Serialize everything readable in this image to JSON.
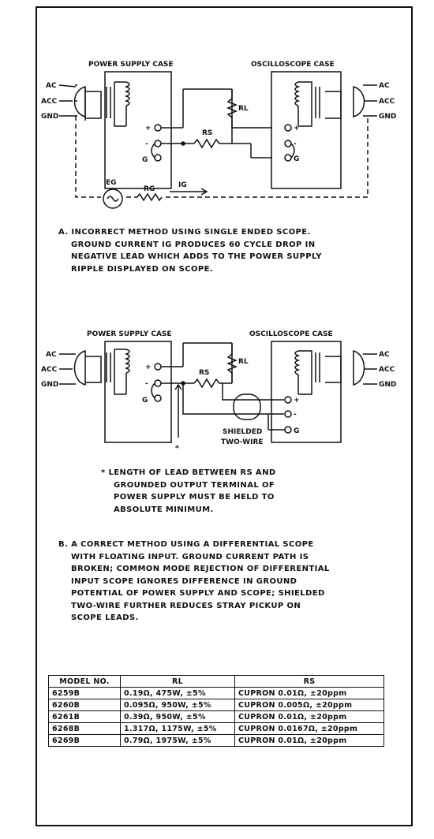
{
  "diagram_a": {
    "power_supply_case": "POWER SUPPLY CASE",
    "oscilloscope_case": "OSCILLOSCOPE CASE",
    "ac": "AC",
    "acc": "ACC",
    "gnd": "GND",
    "plus": "+",
    "minus": "-",
    "g": "G",
    "rl": "RL",
    "rs": "RS",
    "eg": "EG",
    "rg": "RG",
    "ig": "IG"
  },
  "caption_a": {
    "label": "A.",
    "lines": [
      "INCORRECT METHOD USING SINGLE ENDED SCOPE.",
      "GROUND CURRENT IG PRODUCES 60 CYCLE DROP IN",
      "NEGATIVE LEAD WHICH ADDS TO THE POWER SUPPLY",
      "RIPPLE DISPLAYED ON SCOPE."
    ]
  },
  "diagram_b": {
    "power_supply_case": "POWER SUPPLY CASE",
    "oscilloscope_case": "OSCILLOSCOPE CASE",
    "ac": "AC",
    "acc": "ACC",
    "gnd": "GND",
    "plus": "+",
    "minus": "-",
    "g": "G",
    "rl": "RL",
    "rs": "RS",
    "asterisk": "*",
    "shielded_1": "SHIELDED",
    "shielded_2": "TWO-WIRE"
  },
  "note": {
    "lines": [
      "* LENGTH OF LEAD BETWEEN RS AND",
      "GROUNDED OUTPUT TERMINAL OF",
      "POWER SUPPLY MUST BE HELD TO",
      "ABSOLUTE MINIMUM."
    ]
  },
  "caption_b": {
    "lines": [
      "B. A CORRECT METHOD USING A DIFFERENTIAL SCOPE",
      "WITH FLOATING INPUT. GROUND CURRENT PATH IS",
      "BROKEN; COMMON MODE REJECTION OF DIFFERENTIAL",
      "INPUT SCOPE IGNORES DIFFERENCE IN GROUND",
      "POTENTIAL OF POWER SUPPLY AND SCOPE; SHIELDED",
      "TWO-WIRE FURTHER REDUCES STRAY PICKUP ON",
      "SCOPE LEADS."
    ]
  },
  "table": {
    "headers": [
      "MODEL NO.",
      "RL",
      "RS"
    ],
    "rows": [
      [
        "6259B",
        "0.19Ω, 475W, ±5%",
        "CUPRON 0.01Ω, ±20ppm"
      ],
      [
        "6260B",
        "0.095Ω, 950W, ±5%",
        "CUPRON 0.005Ω, ±20ppm"
      ],
      [
        "6261B",
        "0.39Ω, 950W, ±5%",
        "CUPRON 0.01Ω, ±20ppm"
      ],
      [
        "6268B",
        "1.317Ω, 1175W, ±5%",
        "CUPRON 0.0167Ω, ±20ppm"
      ],
      [
        "6269B",
        "0.79Ω, 1975W, ±5%",
        "CUPRON 0.01Ω, ±20ppm"
      ]
    ]
  }
}
